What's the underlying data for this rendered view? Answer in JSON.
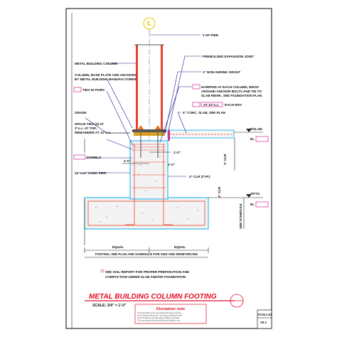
{
  "title": {
    "main": "METAL BUILDING COLUMN FOOTING",
    "scale": "SCALE: 3/4\" = 1'-0\""
  },
  "disclaimer": {
    "heading": "Disclaimer note",
    "lines": [
      "This detail shall not be used without first being reviewed",
      "by the design professional. The design professional shall",
      "verify and approve all applicable conditions and loads.",
      "The user assumes all responsibility and liability for use."
    ]
  },
  "sheet_id": {
    "code": "FC02.1-01",
    "version": "V0.1"
  },
  "annotations": {
    "cl_pier": "¢ OF PIER",
    "column": "METAL BUILDING COLUMN",
    "base_plate_1": "COLUMN, BASE PLATE AND ANCHORS",
    "base_plate_2": "BY METAL BUILDING MANUFACTURER",
    "ties_pairs": "TIES IN PAIRS",
    "grade": "GRADE",
    "space_ties_1": "SPACE TIES (3) AT",
    "space_ties_2": "3\"o.c. AT TOP,",
    "space_ties_3": "REMAINDER AT 12\"o.c.",
    "dowels": "DOWELS",
    "pier": "24\"X24\" CONC PIER",
    "expansion": "PREMOLDED EXPANSION JOINT",
    "grout": "1\" NON-SHRINK GROUT",
    "hairpins_1": "HAIRPINS AT EACH COLUMN, WRAP",
    "hairpins_2": "AROUND ANCHOR BOLTS AND TIE TO",
    "hairpins_3": "SLAB REINF., SEE FOUNDATION PLAN",
    "at_spacing": "AT 12\"o.c.",
    "each_way": "EACH WAY",
    "slab": "4\" CONC. SLAB, SEE PLAN",
    "dim_1": "1'-0\"",
    "dim_2": "1'-0\"",
    "dim_3": "1'-0\"",
    "clr_typ": "3\" CLR (TYP.)",
    "clr_slab": "3\" CLR",
    "clr_ftg": "3\" CLR",
    "see_schedule": "SEE SCHEDULE",
    "el_slab_label": "T/SLAB",
    "el_slab": "EL",
    "el_ftg_label": "T/FTG",
    "el_ftg": "EL",
    "equal_1": "EQUAL",
    "equal_2": "EQUAL",
    "footing_note": "FOOTING, SEE PLAN AND SCHEDULE FOR SIZE AND REINFORCING",
    "soil_1": "SEE SOIL REPORT FOR PROPER PREPARATION AND",
    "soil_2": "COMPACTION UNDER SLAB AND/OR FOUNDATION"
  },
  "colors": {
    "frame": "#000000",
    "dim_line": "#222222",
    "concrete": "#33bbee",
    "rebar": "#e8402a",
    "column": "#e8402a",
    "title": "#e0102a",
    "leader": "#1a1a8a",
    "tag": "#cc0088",
    "grout": "#d8a020",
    "symbol": "#e8c800"
  }
}
